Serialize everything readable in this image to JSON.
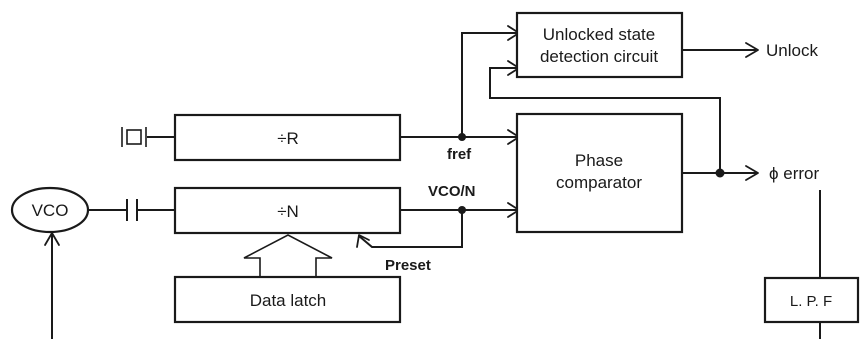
{
  "blocks": {
    "unlock_detector": {
      "line1": "Unlocked state",
      "line2": "detection circuit"
    },
    "divider_r": "÷R",
    "divider_n": "÷N",
    "phase_comparator": {
      "line1": "Phase",
      "line2": "comparator"
    },
    "data_latch": "Data latch",
    "vco": "VCO",
    "lpf": "L. P. F"
  },
  "signals": {
    "unlock": "Unlock",
    "fref": "fref",
    "vco_n": "VCO/N",
    "preset": "Preset",
    "phi_error": "ϕ error"
  }
}
